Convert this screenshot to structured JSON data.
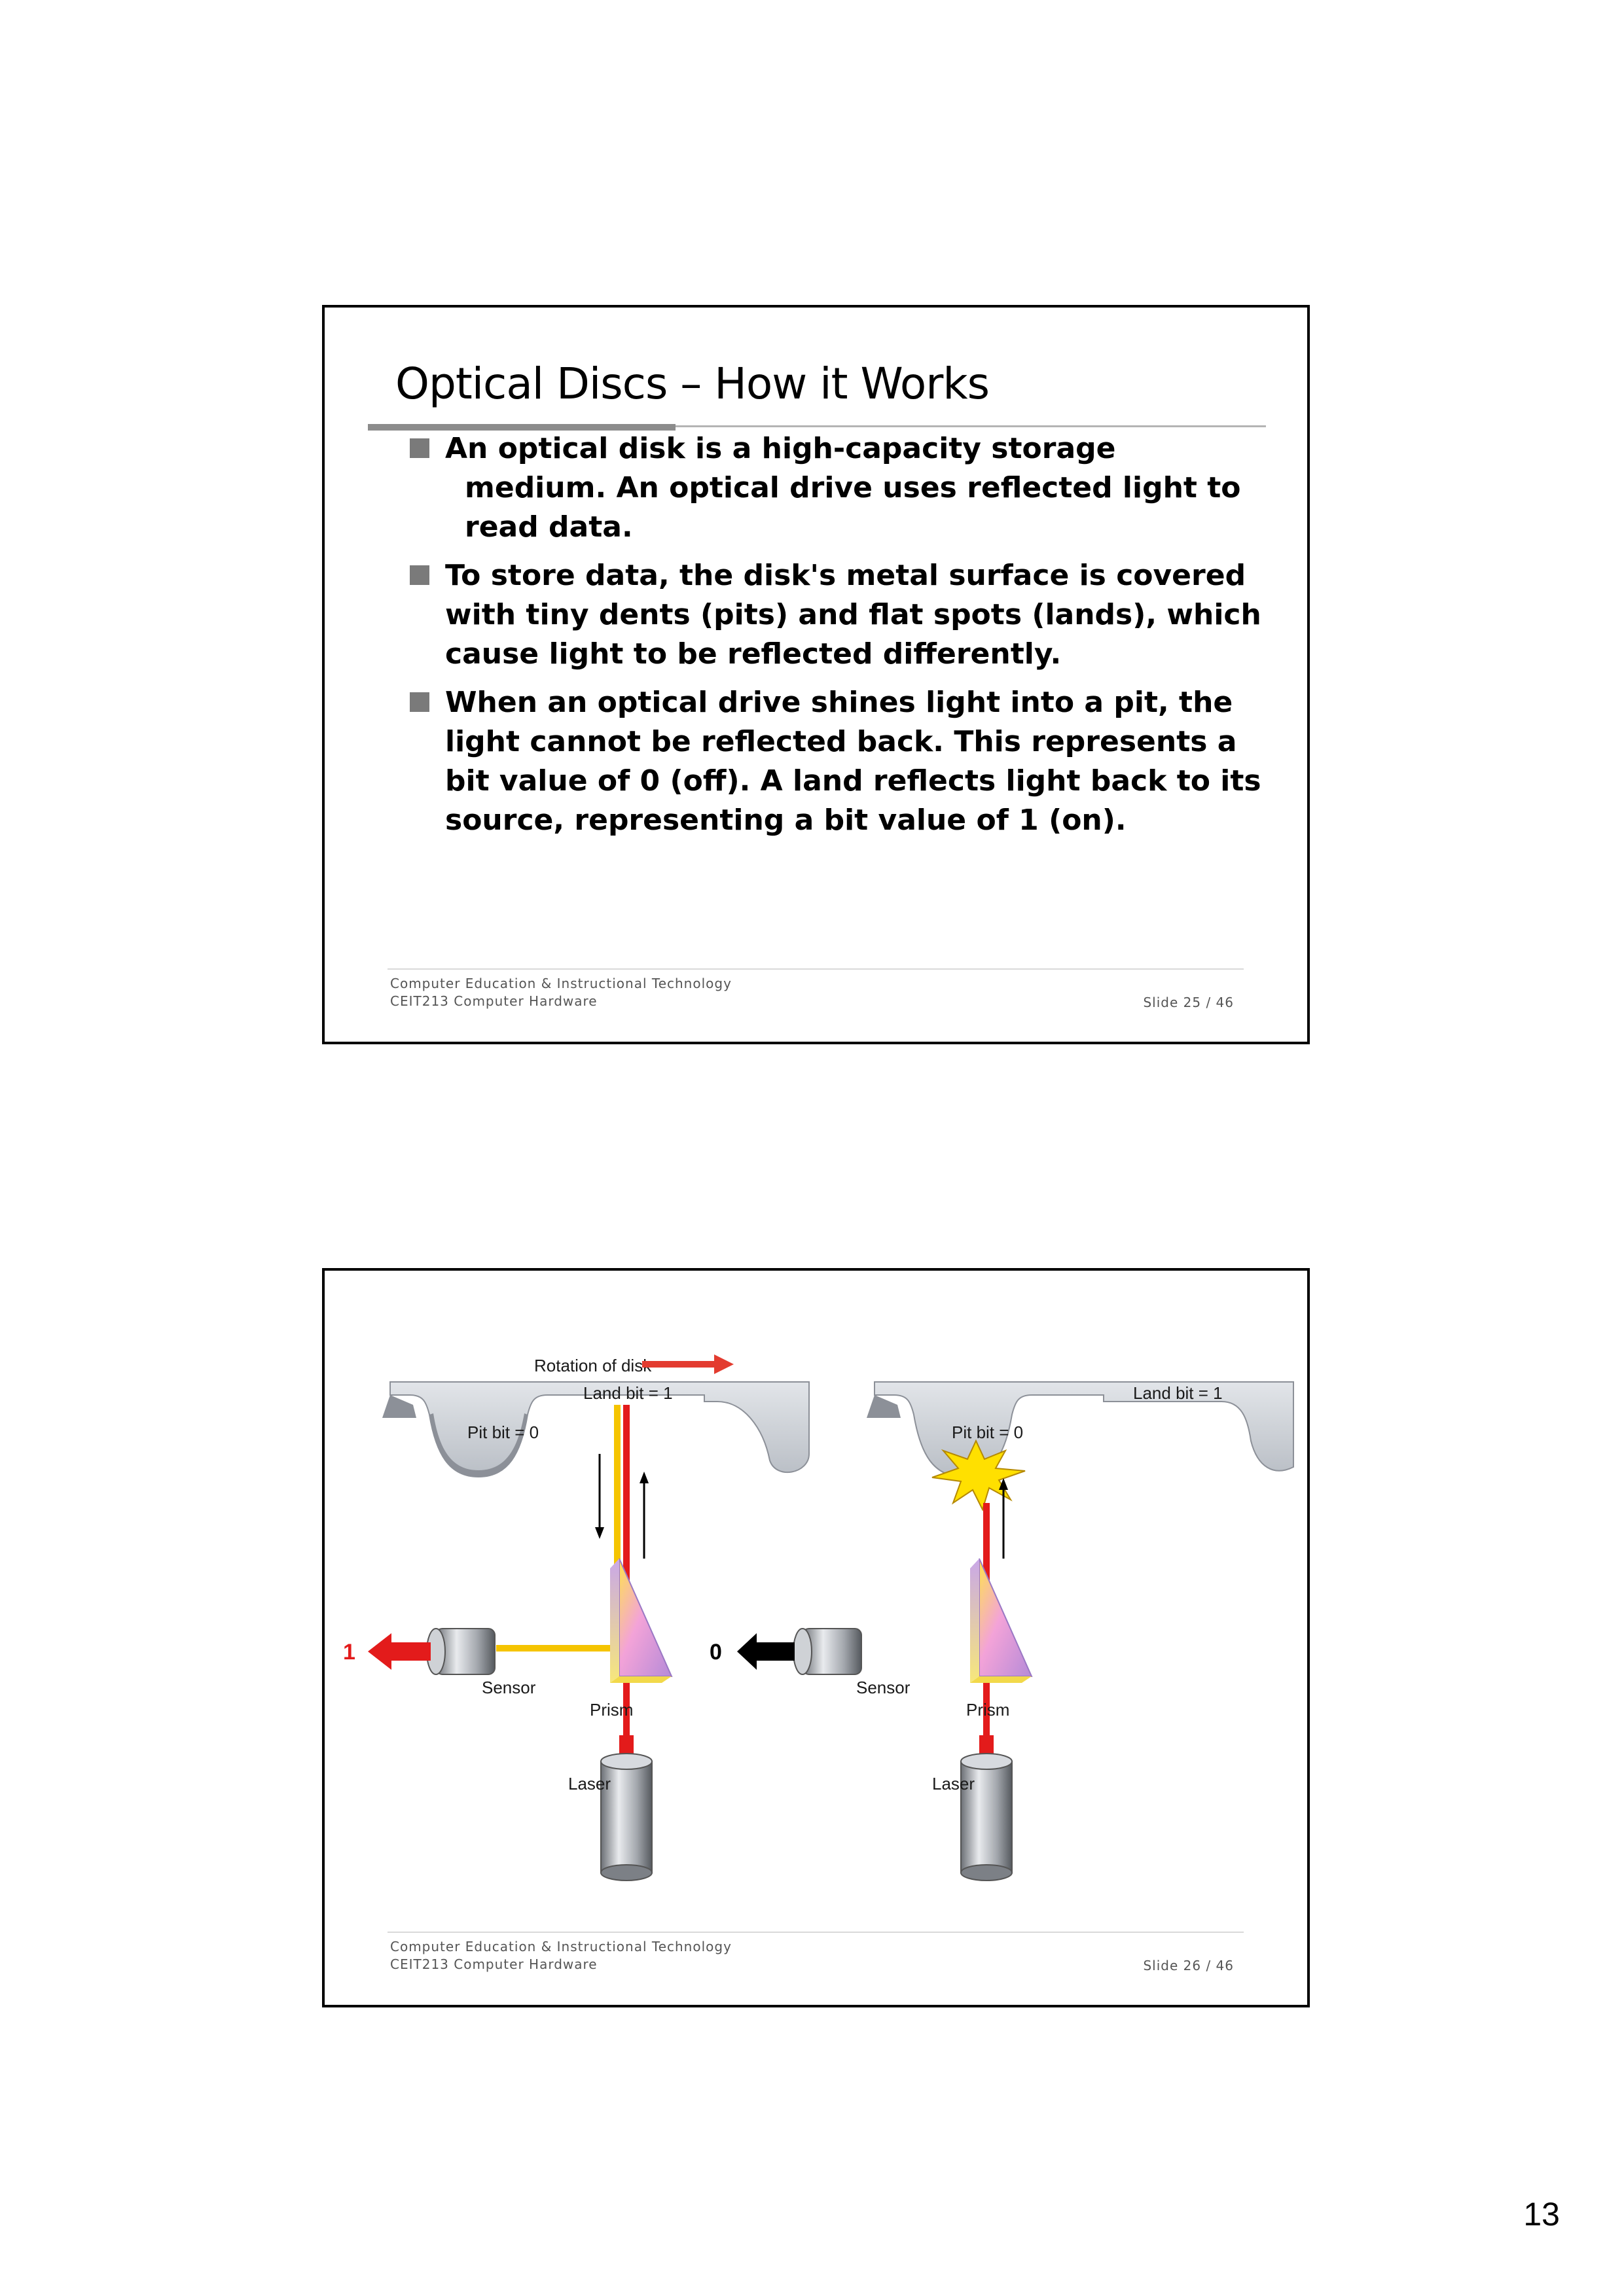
{
  "slides": [
    {
      "title": "Optical Discs – How it Works",
      "bullets": [
        {
          "line1": "An optical disk is a high-capacity storage",
          "line2": "medium.  An optical drive uses reflected light to read data."
        },
        {
          "text": "To store data, the disk's metal surface is covered with tiny dents (pits) and flat spots (lands), which cause light to be reflected differently."
        },
        {
          "text": "When an optical drive shines light into a pit, the light cannot be reflected back.  This represents a bit value of 0 (off).  A land reflects light back to its source, representing a bit value of 1 (on)."
        }
      ],
      "footer": {
        "line1": "Computer Education & Instructional Technology",
        "line2": "CEIT213 Computer Hardware",
        "slide_counter": "Slide 25 / 46"
      }
    },
    {
      "diagram": {
        "rotation_label": "Rotation of disk",
        "left": {
          "land_label": "Land bit = 1",
          "pit_label": "Pit bit = 0",
          "sensor_label": "Sensor",
          "prism_label": "Prism",
          "laser_label": "Laser",
          "output_bit": "1"
        },
        "right": {
          "land_label": "Land bit = 1",
          "pit_label": "Pit bit = 0",
          "sensor_label": "Sensor",
          "prism_label": "Prism",
          "laser_label": "Laser",
          "output_bit": "0"
        },
        "colors": {
          "disk": "#c8ccd2",
          "laser_beam": "#e31b1b",
          "reflected_beam": "#f5c400",
          "bit_one_arrow": "#e31b1b",
          "bit_zero_arrow": "#000000",
          "burst": "#ffe000"
        }
      },
      "footer": {
        "line1": "Computer Education & Instructional Technology",
        "line2": "CEIT213 Computer Hardware",
        "slide_counter": "Slide 26 / 46"
      }
    }
  ],
  "page_number": "13"
}
